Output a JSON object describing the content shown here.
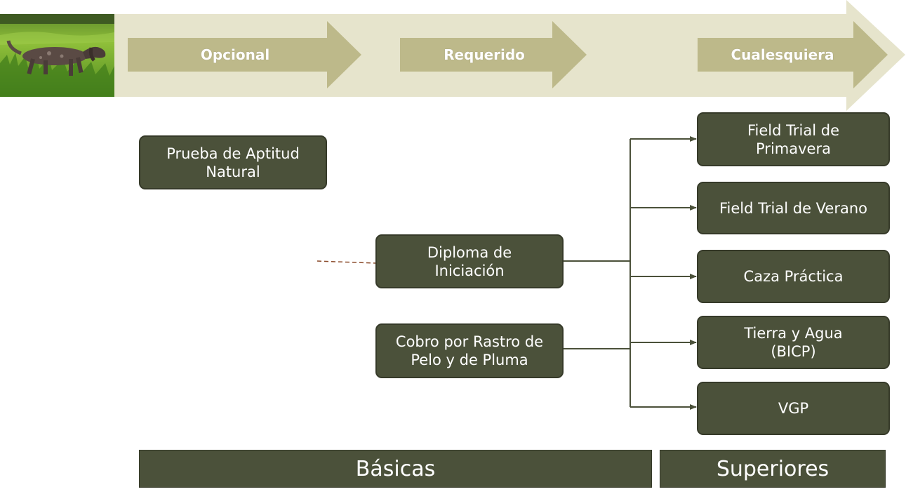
{
  "banner": {
    "stages": [
      {
        "label": "Opcional"
      },
      {
        "label": "Requerido"
      },
      {
        "label": "Cualesquiera"
      }
    ]
  },
  "tests": {
    "natural_aptitude": "Prueba de Aptitud\nNatural",
    "initiation_diploma": "Diploma de\nIniciación",
    "tracking": "Cobro por Rastro de\nPelo y de Pluma",
    "spring_trial": "Field Trial de\nPrimavera",
    "summer_trial": "Field Trial de Verano",
    "practical_hunt": "Caza Práctica",
    "land_water": "Tierra y Agua\n(BICP)",
    "vgp": "VGP"
  },
  "categories": {
    "basic": "Básicas",
    "superior": "Superiores"
  },
  "colors": {
    "box_fill": "#4b513a",
    "banner_bg": "#e6e4cc",
    "stage_arrow": "#bdb98a",
    "connector": "#4b513a",
    "dashed_line": "#8a4a2a"
  }
}
